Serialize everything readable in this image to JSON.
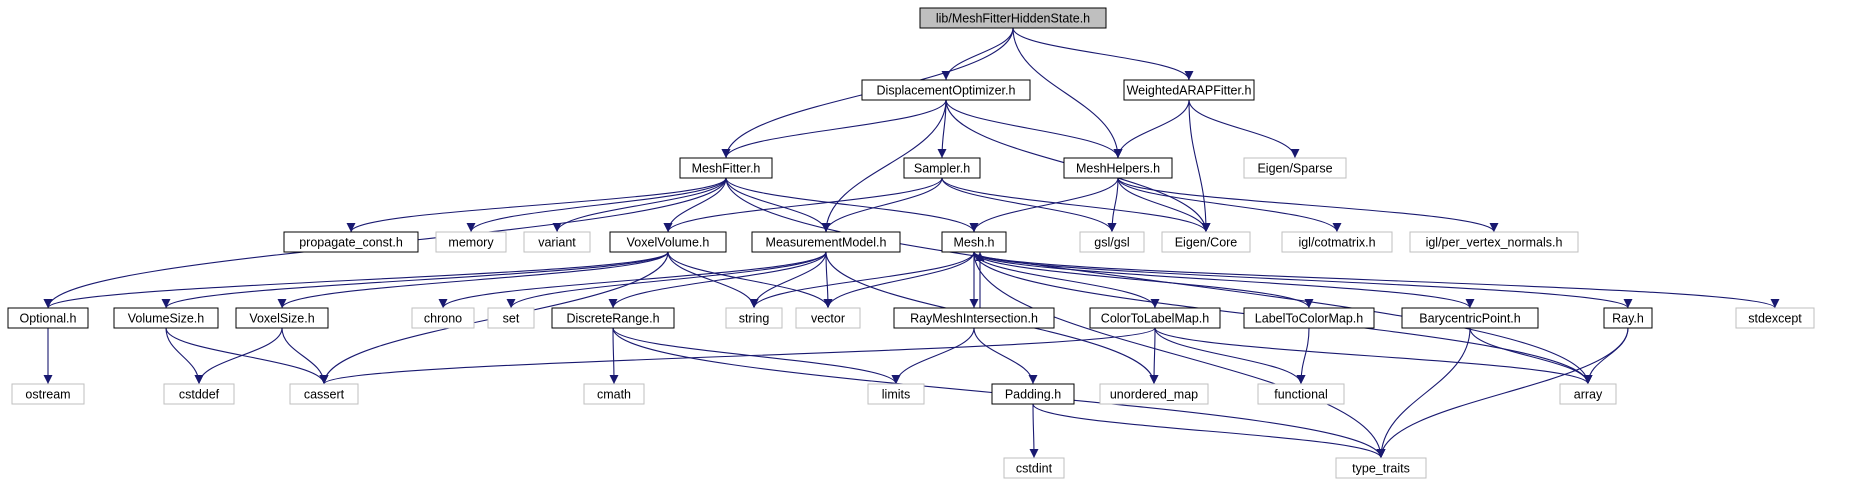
{
  "graph": {
    "root": "lib/MeshFitterHiddenState.h",
    "nodes": [
      {
        "id": "root",
        "label": "lib/MeshFitterHiddenState.h",
        "kind": "root"
      },
      {
        "id": "dispopt",
        "label": "DisplacementOptimizer.h",
        "kind": "local"
      },
      {
        "id": "warap",
        "label": "WeightedARAPFitter.h",
        "kind": "local"
      },
      {
        "id": "meshfitter",
        "label": "MeshFitter.h",
        "kind": "local"
      },
      {
        "id": "sampler",
        "label": "Sampler.h",
        "kind": "local"
      },
      {
        "id": "meshhelpers",
        "label": "MeshHelpers.h",
        "kind": "local"
      },
      {
        "id": "eigensparse",
        "label": "Eigen/Sparse",
        "kind": "external"
      },
      {
        "id": "propconst",
        "label": "propagate_const.h",
        "kind": "local"
      },
      {
        "id": "memory",
        "label": "memory",
        "kind": "external"
      },
      {
        "id": "variant",
        "label": "variant",
        "kind": "external"
      },
      {
        "id": "voxelvolume",
        "label": "VoxelVolume.h",
        "kind": "local"
      },
      {
        "id": "measmodel",
        "label": "MeasurementModel.h",
        "kind": "local"
      },
      {
        "id": "mesh",
        "label": "Mesh.h",
        "kind": "local"
      },
      {
        "id": "gsl",
        "label": "gsl/gsl",
        "kind": "external"
      },
      {
        "id": "eigencore",
        "label": "Eigen/Core",
        "kind": "external"
      },
      {
        "id": "iglcot",
        "label": "igl/cotmatrix.h",
        "kind": "external"
      },
      {
        "id": "iglpvn",
        "label": "igl/per_vertex_normals.h",
        "kind": "external"
      },
      {
        "id": "optional",
        "label": "Optional.h",
        "kind": "local"
      },
      {
        "id": "volumesize",
        "label": "VolumeSize.h",
        "kind": "local"
      },
      {
        "id": "voxelsize",
        "label": "VoxelSize.h",
        "kind": "local"
      },
      {
        "id": "chrono",
        "label": "chrono",
        "kind": "external"
      },
      {
        "id": "set",
        "label": "set",
        "kind": "external"
      },
      {
        "id": "discrange",
        "label": "DiscreteRange.h",
        "kind": "local"
      },
      {
        "id": "string",
        "label": "string",
        "kind": "external"
      },
      {
        "id": "vector",
        "label": "vector",
        "kind": "external"
      },
      {
        "id": "raymesh",
        "label": "RayMeshIntersection.h",
        "kind": "local"
      },
      {
        "id": "colortolabel",
        "label": "ColorToLabelMap.h",
        "kind": "local"
      },
      {
        "id": "labeltocolor",
        "label": "LabelToColorMap.h",
        "kind": "local"
      },
      {
        "id": "barycentric",
        "label": "BarycentricPoint.h",
        "kind": "local"
      },
      {
        "id": "ray",
        "label": "Ray.h",
        "kind": "local"
      },
      {
        "id": "stdexcept",
        "label": "stdexcept",
        "kind": "external"
      },
      {
        "id": "ostream",
        "label": "ostream",
        "kind": "external"
      },
      {
        "id": "cstddef",
        "label": "cstddef",
        "kind": "external"
      },
      {
        "id": "cassert",
        "label": "cassert",
        "kind": "external"
      },
      {
        "id": "cmath",
        "label": "cmath",
        "kind": "external"
      },
      {
        "id": "limits",
        "label": "limits",
        "kind": "external"
      },
      {
        "id": "padding",
        "label": "Padding.h",
        "kind": "local"
      },
      {
        "id": "unorderedmap",
        "label": "unordered_map",
        "kind": "external"
      },
      {
        "id": "functional",
        "label": "functional",
        "kind": "external"
      },
      {
        "id": "array",
        "label": "array",
        "kind": "external"
      },
      {
        "id": "cstdint",
        "label": "cstdint",
        "kind": "external"
      },
      {
        "id": "typetraits",
        "label": "type_traits",
        "kind": "external"
      }
    ],
    "edges": [
      [
        "root",
        "meshfitter"
      ],
      [
        "root",
        "dispopt"
      ],
      [
        "root",
        "meshhelpers"
      ],
      [
        "root",
        "warap"
      ],
      [
        "dispopt",
        "meshfitter"
      ],
      [
        "dispopt",
        "sampler"
      ],
      [
        "dispopt",
        "meshhelpers"
      ],
      [
        "dispopt",
        "measmodel"
      ],
      [
        "dispopt",
        "eigencore"
      ],
      [
        "warap",
        "meshhelpers"
      ],
      [
        "warap",
        "eigensparse"
      ],
      [
        "warap",
        "eigencore"
      ],
      [
        "meshfitter",
        "propconst"
      ],
      [
        "meshfitter",
        "memory"
      ],
      [
        "meshfitter",
        "variant"
      ],
      [
        "meshfitter",
        "voxelvolume"
      ],
      [
        "meshfitter",
        "measmodel"
      ],
      [
        "meshfitter",
        "mesh"
      ],
      [
        "meshfitter",
        "optional"
      ],
      [
        "meshfitter",
        "array"
      ],
      [
        "sampler",
        "voxelvolume"
      ],
      [
        "sampler",
        "measmodel"
      ],
      [
        "sampler",
        "gsl"
      ],
      [
        "sampler",
        "eigencore"
      ],
      [
        "meshhelpers",
        "mesh"
      ],
      [
        "meshhelpers",
        "gsl"
      ],
      [
        "meshhelpers",
        "eigencore"
      ],
      [
        "meshhelpers",
        "iglcot"
      ],
      [
        "meshhelpers",
        "iglpvn"
      ],
      [
        "voxelvolume",
        "optional"
      ],
      [
        "voxelvolume",
        "volumesize"
      ],
      [
        "voxelvolume",
        "voxelsize"
      ],
      [
        "voxelvolume",
        "cassert"
      ],
      [
        "voxelvolume",
        "string"
      ],
      [
        "voxelvolume",
        "vector"
      ],
      [
        "measmodel",
        "chrono"
      ],
      [
        "measmodel",
        "set"
      ],
      [
        "measmodel",
        "discrange"
      ],
      [
        "measmodel",
        "string"
      ],
      [
        "measmodel",
        "vector"
      ],
      [
        "measmodel",
        "unorderedmap"
      ],
      [
        "mesh",
        "string"
      ],
      [
        "mesh",
        "vector"
      ],
      [
        "mesh",
        "raymesh"
      ],
      [
        "mesh",
        "colortolabel"
      ],
      [
        "mesh",
        "labeltocolor"
      ],
      [
        "mesh",
        "barycentric"
      ],
      [
        "mesh",
        "ray"
      ],
      [
        "mesh",
        "stdexcept"
      ],
      [
        "mesh",
        "array"
      ],
      [
        "mesh",
        "typetraits"
      ],
      [
        "raymesh",
        "mesh"
      ],
      [
        "raymesh",
        "limits"
      ],
      [
        "raymesh",
        "padding"
      ],
      [
        "optional",
        "ostream"
      ],
      [
        "volumesize",
        "cstddef"
      ],
      [
        "volumesize",
        "cassert"
      ],
      [
        "voxelsize",
        "cstddef"
      ],
      [
        "voxelsize",
        "cassert"
      ],
      [
        "discrange",
        "cmath"
      ],
      [
        "discrange",
        "limits"
      ],
      [
        "discrange",
        "typetraits"
      ],
      [
        "colortolabel",
        "cassert"
      ],
      [
        "colortolabel",
        "unorderedmap"
      ],
      [
        "colortolabel",
        "functional"
      ],
      [
        "colortolabel",
        "array"
      ],
      [
        "labeltocolor",
        "functional"
      ],
      [
        "barycentric",
        "array"
      ],
      [
        "barycentric",
        "typetraits"
      ],
      [
        "ray",
        "array"
      ],
      [
        "ray",
        "typetraits"
      ],
      [
        "padding",
        "cstdint"
      ],
      [
        "padding",
        "typetraits"
      ]
    ]
  }
}
